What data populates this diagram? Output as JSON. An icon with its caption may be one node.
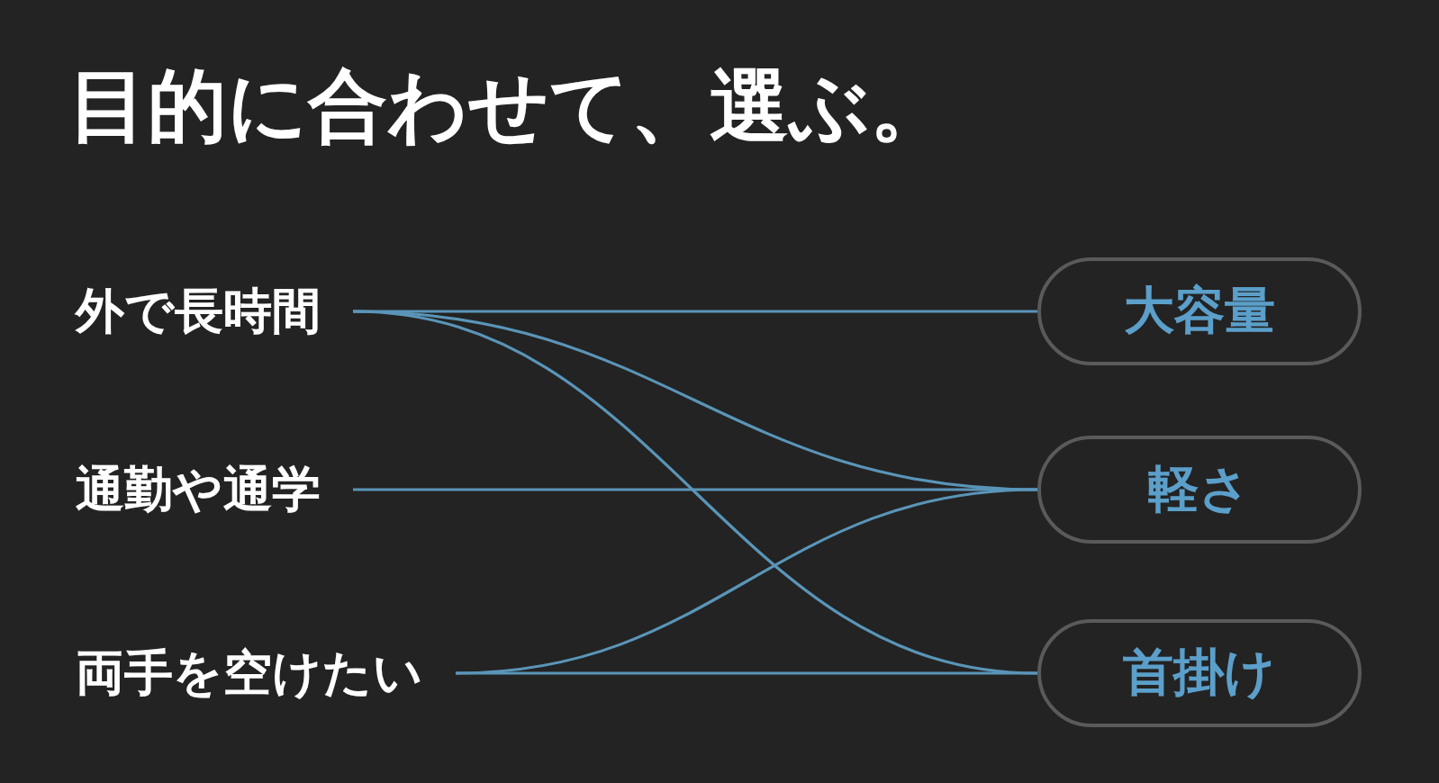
{
  "diagram": {
    "title": "目的に合わせて、選ぶ。",
    "nodes": [
      {
        "text": [
          "外で長時間"
        ]
      },
      {
        "text": [
          "通勤や通学"
        ]
      },
      {
        "text": [
          "両手を空けたい"
        ]
      },
      {
        "text": [
          "大容量"
        ]
      },
      {
        "text": [
          "軽さ"
        ]
      },
      {
        "text": [
          "首掛け"
        ]
      }
    ],
    "edges": [
      {
        "from": 0,
        "to": 3,
        "arrow": "none"
      },
      {
        "from": 0,
        "to": 4,
        "arrow": "none"
      },
      {
        "from": 0,
        "to": 5,
        "arrow": "none"
      },
      {
        "from": 1,
        "to": 4,
        "arrow": "none"
      },
      {
        "from": 2,
        "to": 4,
        "arrow": "none"
      },
      {
        "from": 2,
        "to": 5,
        "arrow": "none"
      }
    ]
  }
}
